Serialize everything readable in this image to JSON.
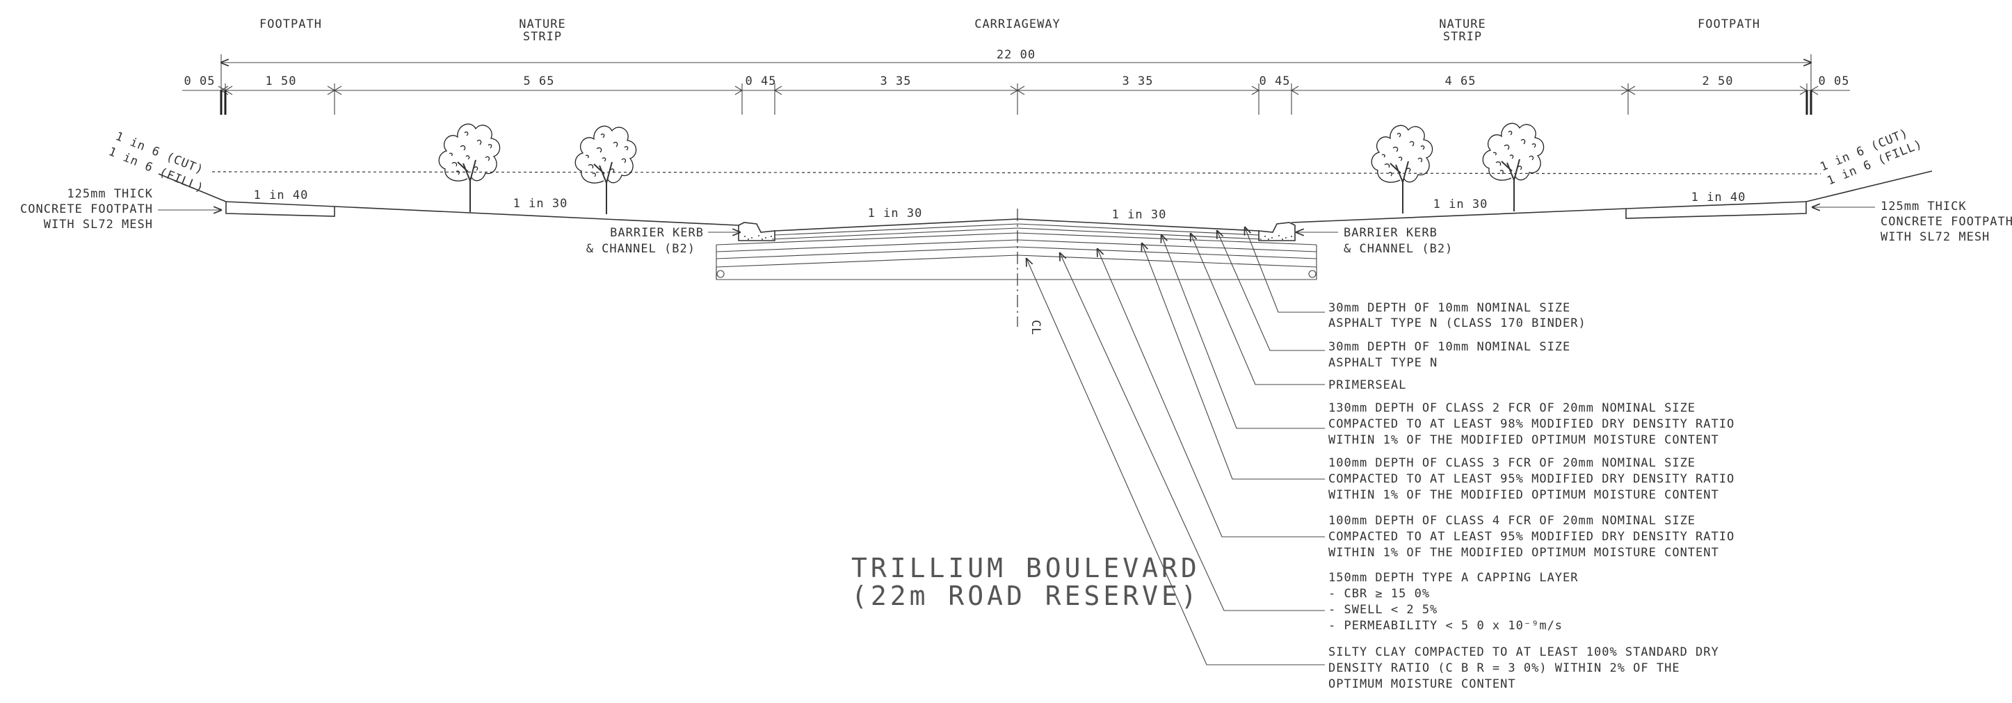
{
  "headers": {
    "footpath_left": "FOOTPATH",
    "nature_strip_left": [
      "NATURE",
      "STRIP"
    ],
    "carriageway": "CARRIAGEWAY",
    "nature_strip_right": [
      "NATURE",
      "STRIP"
    ],
    "footpath_right": "FOOTPATH"
  },
  "dimensions": {
    "overall": "22 00",
    "segments": [
      "0 05",
      "1 50",
      "5 65",
      "0 45",
      "3 35",
      "3 35",
      "0 45",
      "4 65",
      "2 50",
      "0 05"
    ]
  },
  "batter_left": [
    "1 in 6 (CUT)",
    "1 in 6 (FILL)"
  ],
  "batter_right": [
    "1 in 6 (CUT)",
    "1 in 6 (FILL)"
  ],
  "grades": {
    "footpath_left": "1 in 40",
    "verge_left": "1 in 30",
    "road_left": "1 in 30",
    "road_right": "1 in 30",
    "verge_right": "1 in 30",
    "footpath_right": "1 in 40"
  },
  "callouts": {
    "footpath_left": [
      "125mm THICK",
      "CONCRETE FOOTPATH",
      "WITH SL72 MESH"
    ],
    "footpath_right": [
      "125mm THICK",
      "CONCRETE FOOTPATH",
      "WITH SL72 MESH"
    ],
    "kerb_left": [
      "BARRIER KERB",
      "& CHANNEL (B2)"
    ],
    "kerb_right": [
      "BARRIER KERB",
      "& CHANNEL (B2)"
    ],
    "centerline": "CL"
  },
  "pavement_layers": [
    {
      "lines": [
        "30mm DEPTH OF 10mm NOMINAL SIZE",
        "ASPHALT TYPE N (CLASS 170 BINDER)"
      ]
    },
    {
      "lines": [
        "30mm DEPTH OF 10mm NOMINAL SIZE",
        "ASPHALT TYPE N"
      ]
    },
    {
      "lines": [
        "PRIMERSEAL"
      ]
    },
    {
      "lines": [
        "130mm DEPTH OF CLASS 2 FCR OF 20mm NOMINAL SIZE",
        "COMPACTED TO AT LEAST 98% MODIFIED DRY DENSITY RATIO",
        "WITHIN 1% OF THE MODIFIED OPTIMUM MOISTURE CONTENT"
      ]
    },
    {
      "lines": [
        "100mm DEPTH OF CLASS 3 FCR OF 20mm NOMINAL SIZE",
        "COMPACTED TO AT LEAST 95% MODIFIED DRY DENSITY RATIO",
        "WITHIN 1% OF THE MODIFIED OPTIMUM MOISTURE CONTENT"
      ]
    },
    {
      "lines": [
        "100mm DEPTH OF CLASS 4 FCR OF 20mm NOMINAL SIZE",
        "COMPACTED TO AT LEAST 95% MODIFIED DRY DENSITY RATIO",
        "WITHIN 1% OF THE MODIFIED OPTIMUM MOISTURE CONTENT"
      ]
    },
    {
      "lines": [
        "150mm DEPTH TYPE A CAPPING LAYER",
        "- CBR ≥ 15 0%",
        "- SWELL < 2 5%",
        "- PERMEABILITY < 5 0 x 10⁻⁹m/s"
      ]
    },
    {
      "lines": [
        "SILTY CLAY COMPACTED TO AT LEAST 100% STANDARD DRY",
        "DENSITY RATIO (C B R = 3 0%) WITHIN 2% OF THE",
        "OPTIMUM MOISTURE CONTENT"
      ]
    }
  ],
  "title": [
    "TRILLIUM BOULEVARD",
    "(22m ROAD RESERVE)"
  ]
}
